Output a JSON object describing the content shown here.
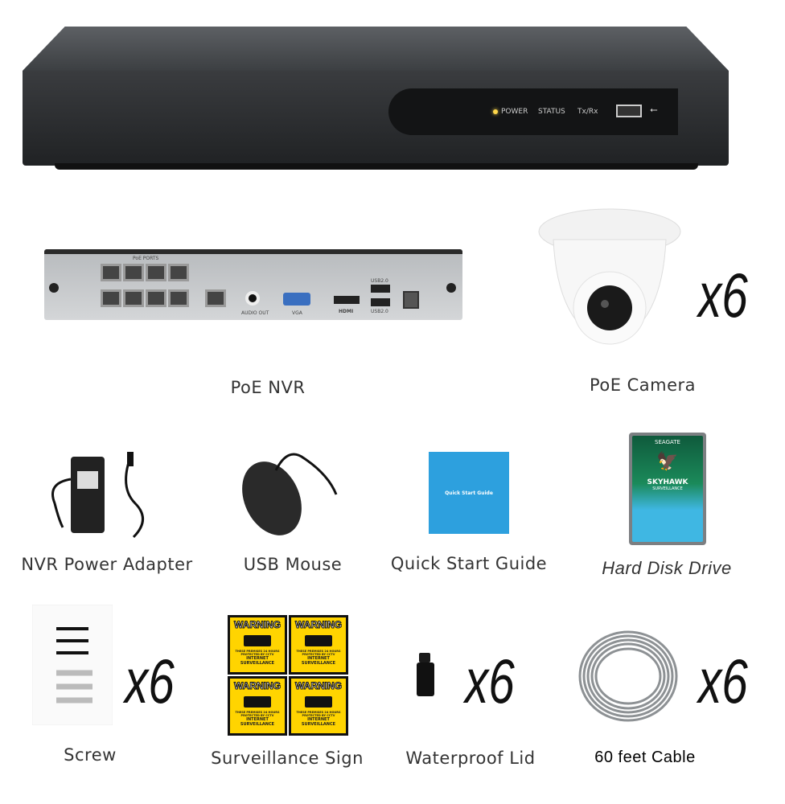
{
  "nvr_front": {
    "power": "POWER",
    "status": "STATUS",
    "txrx": "Tx/Rx"
  },
  "nvr_rear": {
    "poe_ports": "PoE PORTS",
    "audio_out": "AUDIO OUT",
    "vga": "VGA",
    "hdmi": "HDMI",
    "usb_top": "USB2.0",
    "usb_bottom": "USB2.0"
  },
  "items": {
    "nvr": "PoE NVR",
    "camera": "PoE Camera",
    "adapter": "NVR Power Adapter",
    "mouse": "USB Mouse",
    "guide": "Quick Start Guide",
    "hdd": "Hard Disk Drive",
    "screw": "Screw",
    "sign": "Surveillance Sign",
    "lid": "Waterproof Lid",
    "cable": "60 feet Cable"
  },
  "quantities": {
    "camera": "x6",
    "screw": "x6",
    "lid": "x6",
    "cable": "x6"
  },
  "guide_cover": "Quick Start Guide",
  "hdd_label": {
    "brand": "SEAGATE",
    "model": "SKYHAWK",
    "line": "SURVEILLANCE"
  },
  "sign_text": {
    "warning": "WARNING",
    "line1": "THESE PREMISES 24 HOURS",
    "line2": "PROTECTED BY CCTV",
    "line3": "INTERNET SURVEILLANCE"
  }
}
